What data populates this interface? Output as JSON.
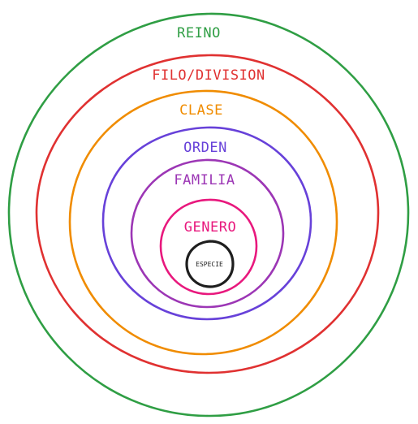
{
  "levels": [
    {
      "label": "REINO",
      "color": "#2f9e44"
    },
    {
      "label": "FILO/DIVISION",
      "color": "#e03131"
    },
    {
      "label": "CLASE",
      "color": "#f08c00"
    },
    {
      "label": "ORDEN",
      "color": "#6741d9"
    },
    {
      "label": "FAMILIA",
      "color": "#9c36b5"
    },
    {
      "label": "GENERO",
      "color": "#e8187d"
    },
    {
      "label": "ESPECIE",
      "color": "#1e1e1e"
    }
  ]
}
